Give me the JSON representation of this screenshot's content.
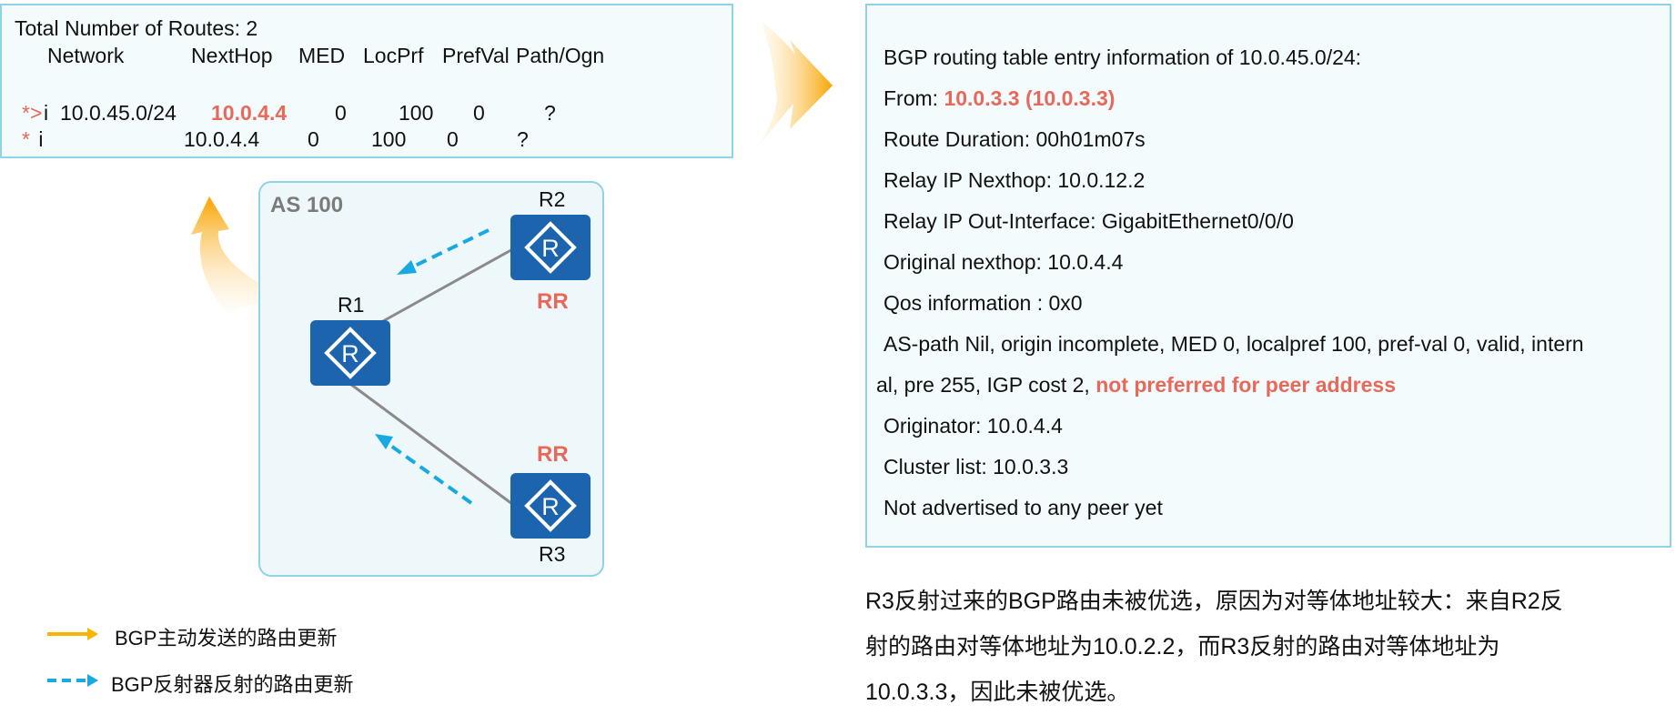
{
  "route_table": {
    "total": "Total Number of Routes: 2",
    "headers": [
      "Network",
      "NextHop",
      "MED",
      "LocPrf",
      "PrefVal",
      "Path/Ogn"
    ],
    "rows": [
      {
        "flag": "*>",
        "type": "i",
        "network": "10.0.45.0/24",
        "nexthop": "10.0.4.4",
        "med": "0",
        "locprf": "100",
        "prefval": "0",
        "path": "?"
      },
      {
        "flag": "*",
        "type": " i",
        "network": "",
        "nexthop": "10.0.4.4",
        "med": "0",
        "locprf": "100",
        "prefval": "0",
        "path": "?"
      }
    ]
  },
  "diagram": {
    "as_label": "AS 100",
    "routers": {
      "r1": "R1",
      "r2": "R2",
      "r3": "R3"
    },
    "rr_label": "RR"
  },
  "legend": [
    {
      "label": "BGP主动发送的路由更新",
      "color": "#f7b500"
    },
    {
      "label": "BGP反射器反射的路由更新",
      "color": "#19a9e2"
    }
  ],
  "entry": {
    "line1": "BGP routing table entry information of 10.0.45.0/24:",
    "from_label": "From: ",
    "from_value": "10.0.3.3 (10.0.3.3)",
    "line3": "Route Duration: 00h01m07s",
    "line4": "Relay IP Nexthop: 10.0.12.2",
    "line5": "Relay IP Out-Interface: GigabitEthernet0/0/0",
    "line6": "Original nexthop: 10.0.4.4",
    "line7": "Qos information : 0x0",
    "line8": "AS-path Nil, origin incomplete, MED 0, localpref 100, pref-val 0, valid, intern",
    "line9_a": "al, pre 255, IGP cost 2, ",
    "line9_b": "not preferred for peer address",
    "line10": "Originator:  10.0.4.4",
    "line11": "Cluster list: 10.0.3.3",
    "line12": "Not advertised to any peer yet"
  },
  "note": {
    "line1": "R3反射过来的BGP路由未被优选，原因为对等体地址较大：来自R2反",
    "line2": "射的路由对等体地址为10.0.2.2，而R3反射的路由对等体地址为",
    "line3": "10.0.3.3，因此未被优选。"
  },
  "colors": {
    "highlight": "#e8685a",
    "router": "#1c64ad",
    "border": "#8fd3e6",
    "reflect_arrow": "#19a9e2",
    "send_arrow": "#f7b500"
  }
}
